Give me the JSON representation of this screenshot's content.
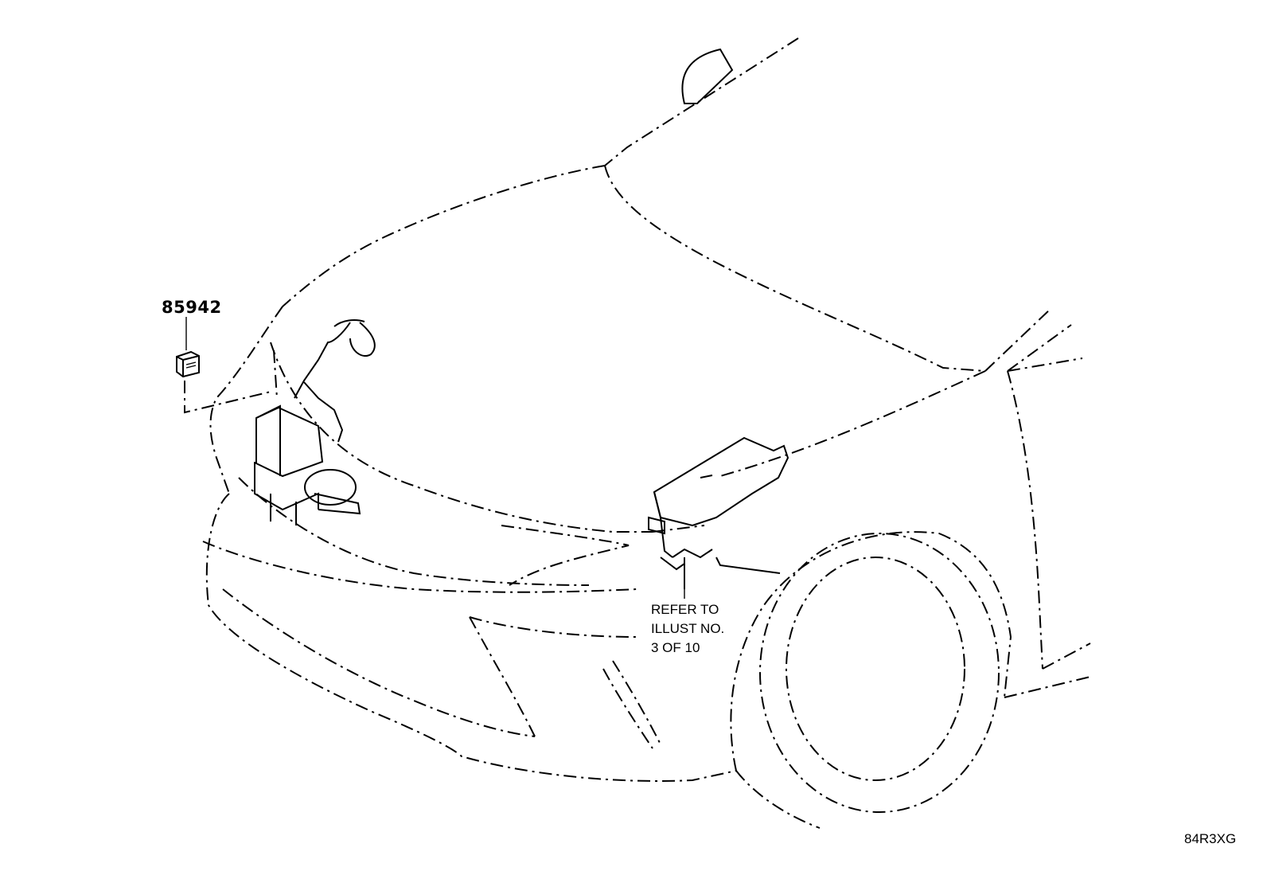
{
  "diagram": {
    "part_number": "85942",
    "refer_note": [
      "REFER TO",
      "ILLUST NO.",
      "3 OF 10"
    ],
    "illustration_code": "84R3XG"
  }
}
